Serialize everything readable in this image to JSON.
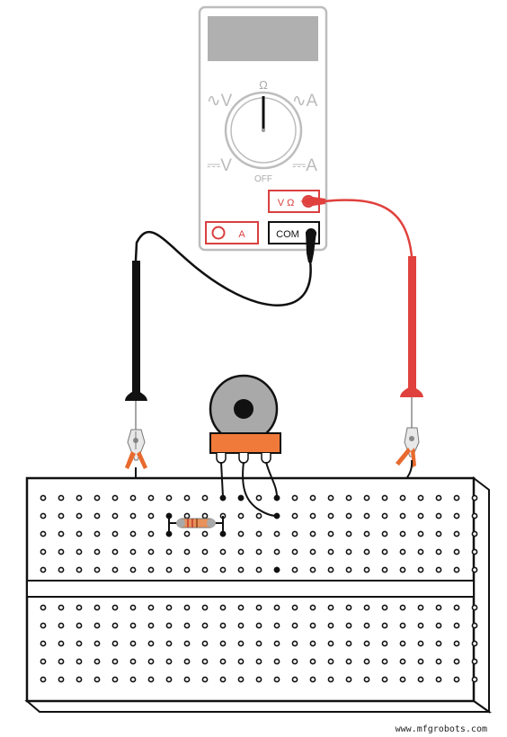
{
  "multimeter": {
    "dial_ohm": "Ω",
    "left_ac": "∿V",
    "right_ac": "∿A",
    "left_dc": "⎓V",
    "right_dc": "⎓A",
    "off": "OFF",
    "port_vohm": "V Ω",
    "port_a": "A",
    "port_com": "COM"
  },
  "breadboard": {
    "columns": 25,
    "rows_per_half": 5
  },
  "colors": {
    "red_probe": "#e0413d",
    "black_probe": "#111111",
    "pot_body": "#f07a3a",
    "pot_knob": "#a9a9a9",
    "resistor": "#e8915a",
    "meter_outline": "#bbbbbb",
    "meter_screen": "#b0b0b0"
  },
  "watermark": "www.mfgrobots.com"
}
